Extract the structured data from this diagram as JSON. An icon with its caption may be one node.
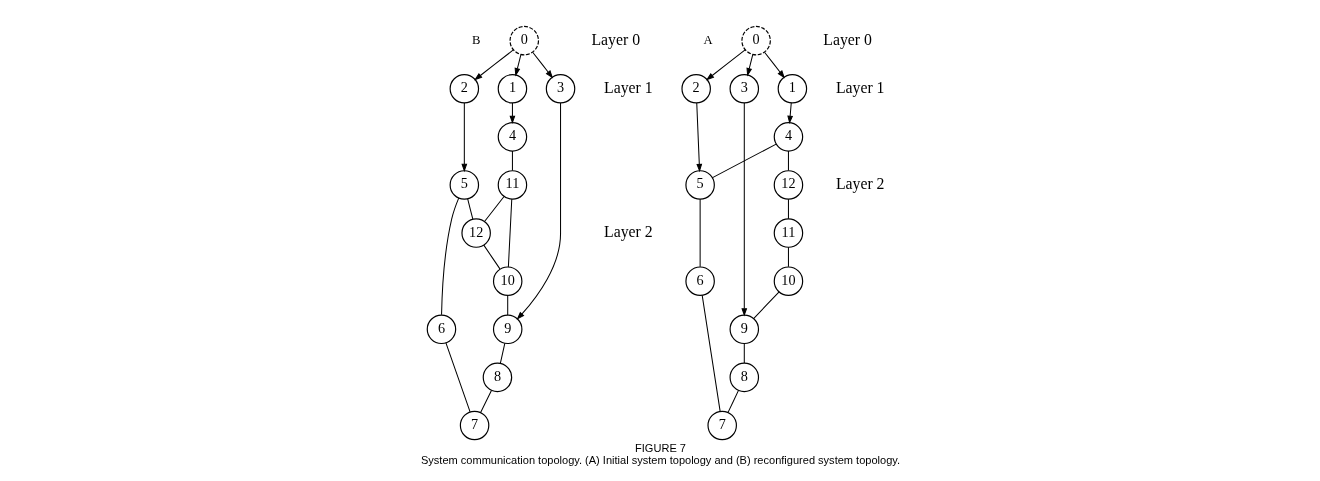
{
  "diagram": {
    "title": "FIGURE 7",
    "caption": "System communication topology. (A) Initial system topology and (B) reconfigured system topology.",
    "nodes": [
      {
        "text": [
          "0"
        ]
      },
      {
        "text": [
          "1"
        ]
      },
      {
        "text": [
          "2"
        ]
      },
      {
        "text": [
          "3"
        ]
      },
      {
        "text": [
          "4"
        ]
      },
      {
        "text": [
          "12"
        ]
      },
      {
        "text": [
          "11"
        ]
      },
      {
        "text": [
          "5"
        ]
      },
      {
        "text": [
          "10"
        ]
      },
      {
        "text": [
          "6"
        ]
      },
      {
        "text": [
          "9"
        ]
      },
      {
        "text": [
          "7"
        ]
      },
      {
        "text": [
          "8"
        ]
      },
      {
        "text": [
          "0"
        ]
      },
      {
        "text": [
          "1"
        ]
      },
      {
        "text": [
          "2"
        ]
      },
      {
        "text": [
          "3"
        ]
      },
      {
        "text": [
          "4"
        ]
      },
      {
        "text": [
          "11"
        ]
      },
      {
        "text": [
          "5"
        ]
      },
      {
        "text": [
          "12"
        ]
      },
      {
        "text": [
          "10"
        ]
      },
      {
        "text": [
          "6"
        ]
      },
      {
        "text": [
          "9"
        ]
      },
      {
        "text": [
          "7"
        ]
      },
      {
        "text": [
          "8"
        ]
      }
    ],
    "edges": [
      {
        "from": 0,
        "to": 2,
        "arrow": "to"
      },
      {
        "from": 0,
        "to": 1,
        "arrow": "to"
      },
      {
        "from": 0,
        "to": 3,
        "arrow": "to"
      },
      {
        "from": 2,
        "to": 7,
        "arrow": "to"
      },
      {
        "from": 1,
        "to": 4,
        "arrow": "to"
      },
      {
        "from": 3,
        "to": 10,
        "arrow": "to"
      },
      {
        "from": 4,
        "to": 7,
        "arrow": "none"
      },
      {
        "from": 4,
        "to": 5,
        "arrow": "none"
      },
      {
        "from": 5,
        "to": 6,
        "arrow": "none"
      },
      {
        "from": 6,
        "to": 8,
        "arrow": "none"
      },
      {
        "from": 8,
        "to": 10,
        "arrow": "none"
      },
      {
        "from": 10,
        "to": 12,
        "arrow": "none"
      },
      {
        "from": 12,
        "to": 11,
        "arrow": "none"
      },
      {
        "from": 9,
        "to": 11,
        "arrow": "none"
      },
      {
        "from": 7,
        "to": 9,
        "arrow": "none"
      },
      {
        "from": 13,
        "to": 15,
        "arrow": "to"
      },
      {
        "from": 13,
        "to": 14,
        "arrow": "to"
      },
      {
        "from": 13,
        "to": 16,
        "arrow": "to"
      },
      {
        "from": 15,
        "to": 19,
        "arrow": "to"
      },
      {
        "from": 14,
        "to": 17,
        "arrow": "to"
      },
      {
        "from": 16,
        "to": 23,
        "arrow": "to"
      },
      {
        "from": 17,
        "to": 18,
        "arrow": "none"
      },
      {
        "from": 18,
        "to": 20,
        "arrow": "none"
      },
      {
        "from": 18,
        "to": 21,
        "arrow": "none"
      },
      {
        "from": 19,
        "to": 20,
        "arrow": "none"
      },
      {
        "from": 20,
        "to": 21,
        "arrow": "none"
      },
      {
        "from": 21,
        "to": 23,
        "arrow": "none"
      },
      {
        "from": 23,
        "to": 25,
        "arrow": "none"
      },
      {
        "from": 25,
        "to": 24,
        "arrow": "none"
      },
      {
        "from": 22,
        "to": 24,
        "arrow": "none"
      },
      {
        "from": 19,
        "to": 22,
        "arrow": "none"
      }
    ],
    "labels": [
      "A",
      "Layer 0",
      "Layer 1",
      "Layer 2",
      "B",
      "Layer 0",
      "Layer 1",
      "Layer 2"
    ]
  }
}
